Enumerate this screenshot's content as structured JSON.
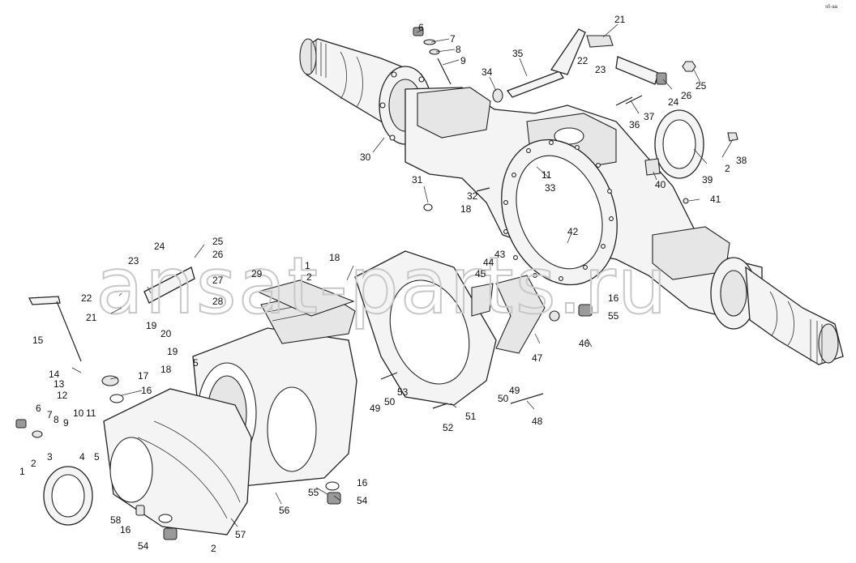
{
  "watermark": "ansat-parts.ru",
  "corner_mark": "s0-aa",
  "labels": {
    "l1": "6",
    "l2": "7",
    "l3": "8",
    "l4": "9",
    "l5": "35",
    "l6": "21",
    "l7": "22",
    "l8": "23",
    "l9": "34",
    "l10": "25",
    "l11": "24",
    "l12": "26",
    "l13": "37",
    "l14": "36",
    "l15": "30",
    "l16": "38",
    "l17": "39",
    "l18": "2",
    "l19": "40",
    "l20": "11",
    "l21": "33",
    "l22": "31",
    "l23": "32",
    "l24": "18",
    "l25": "41",
    "l26": "42",
    "l27": "24",
    "l28": "25",
    "l29": "26",
    "l30": "23",
    "l31": "29",
    "l32": "1",
    "l33": "2",
    "l34": "27",
    "l35": "28",
    "l36": "22",
    "l37": "21",
    "l38": "19",
    "l39": "20",
    "l40": "19",
    "l41": "18",
    "l42": "44",
    "l43": "43",
    "l44": "45",
    "l45": "16",
    "l46": "55",
    "l47": "15",
    "l48": "5",
    "l49": "18",
    "l50": "14",
    "l51": "13",
    "l52": "12",
    "l53": "17",
    "l54": "16",
    "l55": "47",
    "l56": "46",
    "l57": "49",
    "l58": "50",
    "l59": "53",
    "l60": "50",
    "l61": "49",
    "l62": "48",
    "l63": "51",
    "l64": "52",
    "l65": "6",
    "l66": "7",
    "l67": "8",
    "l68": "9",
    "l69": "10",
    "l70": "11",
    "l71": "3",
    "l72": "4",
    "l73": "5",
    "l74": "1",
    "l75": "2",
    "l76": "55",
    "l77": "16",
    "l78": "54",
    "l79": "56",
    "l80": "58",
    "l81": "16",
    "l82": "57",
    "l83": "54",
    "l84": "2"
  }
}
